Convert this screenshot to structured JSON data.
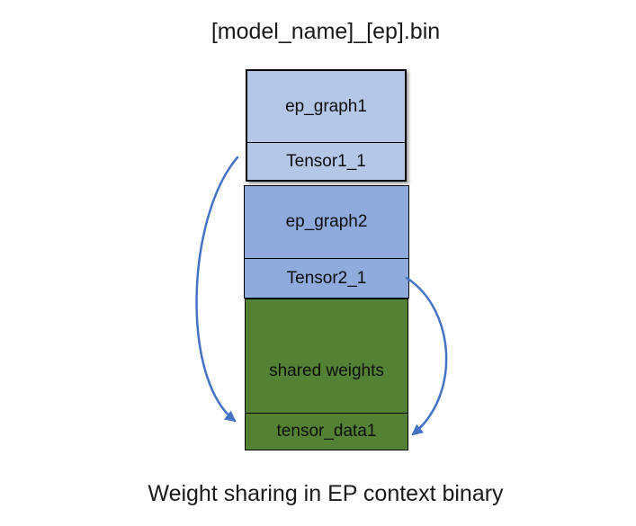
{
  "title": "[model_name]_[ep].bin",
  "caption": "Weight sharing in EP context binary",
  "colors": {
    "light_blue": "#B4C7E7",
    "medium_blue": "#8FAADC",
    "green": "#548235",
    "arrow": "#4472C4",
    "border": "#000000"
  },
  "stack": {
    "group1": {
      "top_label": "ep_graph1",
      "bottom_label": "Tensor1_1"
    },
    "group2": {
      "top_label": "ep_graph2",
      "bottom_label": "Tensor2_1"
    },
    "group3": {
      "top_label": "shared weights",
      "bottom_label": "tensor_data1"
    }
  },
  "arrows": [
    {
      "from": "Tensor1_1",
      "to": "tensor_data1",
      "side": "left"
    },
    {
      "from": "Tensor2_1",
      "to": "tensor_data1",
      "side": "right"
    }
  ]
}
